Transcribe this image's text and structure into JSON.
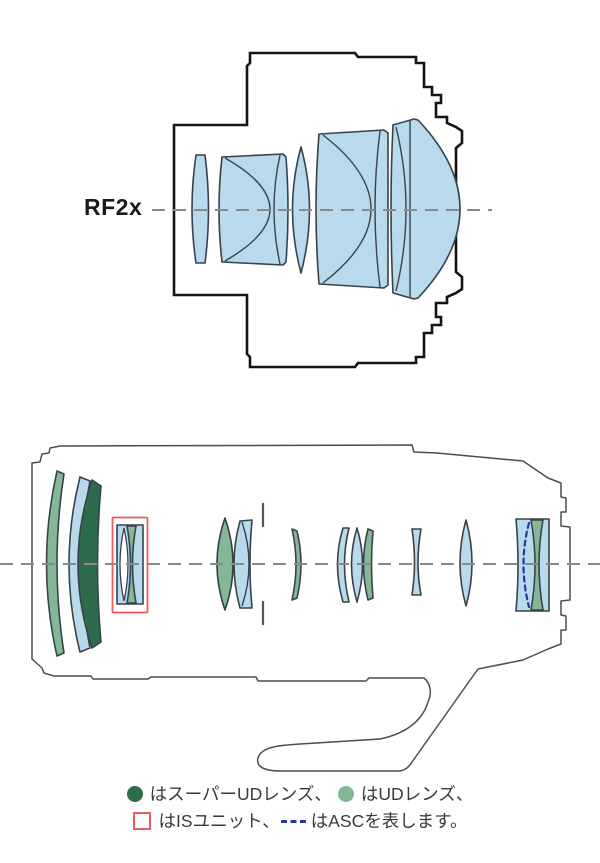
{
  "title": {
    "extender_label": "RF2x"
  },
  "colors": {
    "glass-blue": "#b9d9ec",
    "super-ud-green": "#2e6b4a",
    "ud-green": "#84b795",
    "lens-outline": "#39424a",
    "is-red": "#ee5a5e",
    "asc-blue": "#2438a6",
    "body-outline-dark": "#141414",
    "body-outline-light": "#4d4d4d",
    "axis-gray": "#8a8a8a",
    "text": "#3a3a3a"
  },
  "diagrams": {
    "extender": {
      "label": "RF2x",
      "type": "teleconverter optical cross-section",
      "groups": 5
    },
    "lens": {
      "type": "telephoto lens optical cross-section",
      "markers": [
        "Super UD lens (dark green)",
        "UD lens (light green)",
        "IS unit (red box)",
        "ASC (blue dashed line)"
      ]
    }
  },
  "legend": {
    "line1": [
      {
        "swatch": "super-ud-circle",
        "label": "はスーパーUDレンズ、"
      },
      {
        "swatch": "ud-circle",
        "label": "はUDレンズ、"
      }
    ],
    "line2": [
      {
        "swatch": "is-square",
        "label": "はISユニット、"
      },
      {
        "swatch": "asc-dashes",
        "label": "はASCを表します。"
      }
    ]
  }
}
